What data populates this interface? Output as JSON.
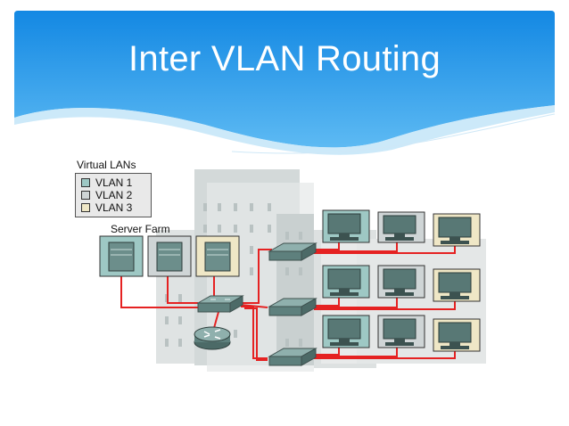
{
  "slide": {
    "title": "Inter VLAN Routing",
    "colors": {
      "header_blue": "#1a90e6",
      "header_blue_light": "#5ab9f2",
      "link_red": "#e52222",
      "vlan1": "#9ec8c4",
      "vlan2": "#cfd5d6",
      "vlan3": "#efe7c6"
    }
  },
  "diagram": {
    "legend": {
      "title": "Virtual LANs",
      "items": [
        {
          "label": "VLAN 1",
          "color": "#9ec8c4"
        },
        {
          "label": "VLAN 2",
          "color": "#cfd5d6"
        },
        {
          "label": "VLAN 3",
          "color": "#efe7c6"
        }
      ]
    },
    "server_farm_label": "Server Farm",
    "icons": [
      "server-icon",
      "switch-icon",
      "router-icon",
      "workstation-icon",
      "building-icon"
    ]
  }
}
